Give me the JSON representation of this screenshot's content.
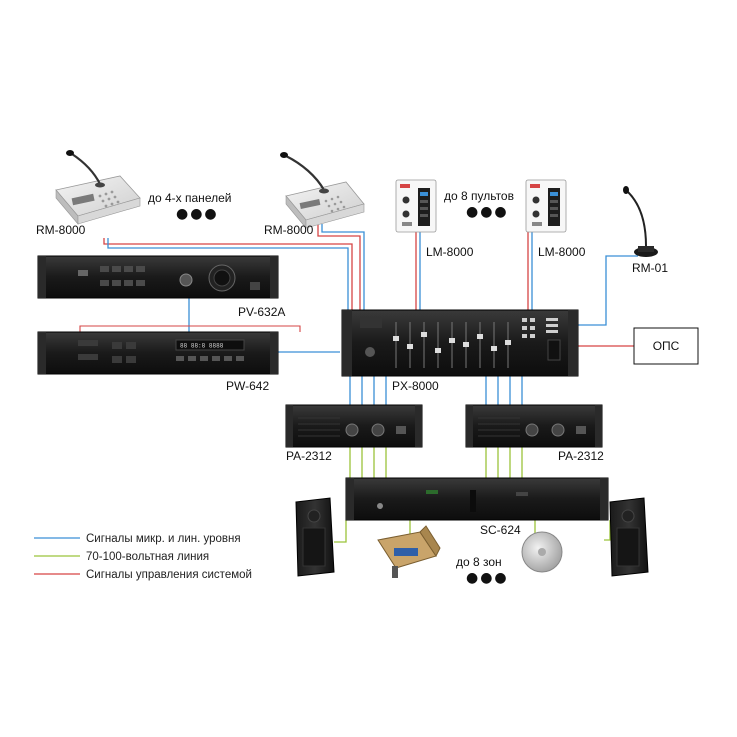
{
  "labels": {
    "rm8000_left": "RM-8000",
    "rm8000_right": "RM-8000",
    "panels_note": "до 4-х панелей",
    "lm8000_left": "LM-8000",
    "lm8000_right": "LM-8000",
    "consoles_note": "до 8 пультов",
    "rm01": "RM-01",
    "pv632a": "PV-632A",
    "pw642": "PW-642",
    "px8000": "PX-8000",
    "ops": "ОПС",
    "pa2312_left": "PA-2312",
    "pa2312_right": "PA-2312",
    "sc624": "SC-624",
    "zones_note": "до 8 зон",
    "ellipsis": "●●●",
    "pw642_display": "88 88:8 8888"
  },
  "legend": [
    {
      "text": "Сигналы микр. и лин. уровня",
      "color": "#3a8fd6"
    },
    {
      "text": "70-100-вольтная линия",
      "color": "#9bc43a"
    },
    {
      "text": "Сигналы управления системой",
      "color": "#d64545"
    }
  ],
  "colors": {
    "signal": "#3a8fd6",
    "line70": "#9bc43a",
    "control": "#d64545",
    "device_dark": "#1c1c1c",
    "device_panel": "#2b2b2b"
  }
}
